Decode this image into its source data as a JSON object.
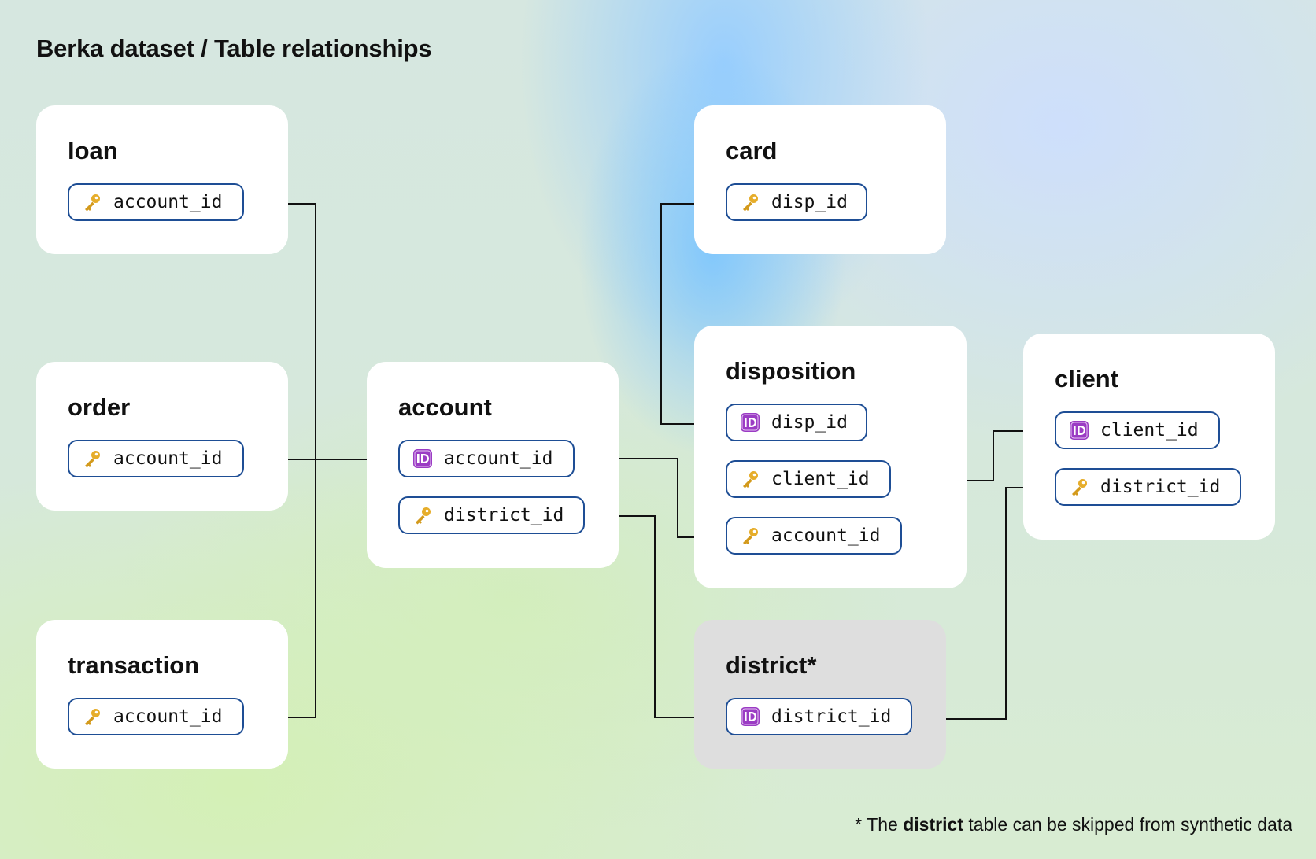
{
  "header": {
    "title": "Berka dataset / Table relationships"
  },
  "icons": {
    "foreign_key": "key-icon",
    "primary_key": "id-badge-icon"
  },
  "colors": {
    "field_border": "#1e4e95",
    "id_badge": "#9b3cc4",
    "key": "#d8a01f",
    "muted_table": "#dedede"
  },
  "tables": {
    "loan": {
      "name": "loan",
      "fields": [
        {
          "name": "account_id",
          "kind": "foreign_key"
        }
      ]
    },
    "order": {
      "name": "order",
      "fields": [
        {
          "name": "account_id",
          "kind": "foreign_key"
        }
      ]
    },
    "transaction": {
      "name": "transaction",
      "fields": [
        {
          "name": "account_id",
          "kind": "foreign_key"
        }
      ]
    },
    "account": {
      "name": "account",
      "fields": [
        {
          "name": "account_id",
          "kind": "primary_key"
        },
        {
          "name": "district_id",
          "kind": "foreign_key"
        }
      ]
    },
    "card": {
      "name": "card",
      "fields": [
        {
          "name": "disp_id",
          "kind": "foreign_key"
        }
      ]
    },
    "disposition": {
      "name": "disposition",
      "fields": [
        {
          "name": "disp_id",
          "kind": "primary_key"
        },
        {
          "name": "client_id",
          "kind": "foreign_key"
        },
        {
          "name": "account_id",
          "kind": "foreign_key"
        }
      ]
    },
    "client": {
      "name": "client",
      "fields": [
        {
          "name": "client_id",
          "kind": "primary_key"
        },
        {
          "name": "district_id",
          "kind": "foreign_key"
        }
      ]
    },
    "district": {
      "name": "district*",
      "fields": [
        {
          "name": "district_id",
          "kind": "primary_key"
        }
      ]
    }
  },
  "relationships": [
    {
      "from": "loan.account_id",
      "to": "account.account_id"
    },
    {
      "from": "order.account_id",
      "to": "account.account_id"
    },
    {
      "from": "transaction.account_id",
      "to": "account.account_id"
    },
    {
      "from": "disposition.account_id",
      "to": "account.account_id"
    },
    {
      "from": "card.disp_id",
      "to": "disposition.disp_id"
    },
    {
      "from": "disposition.client_id",
      "to": "client.client_id"
    },
    {
      "from": "account.district_id",
      "to": "district.district_id"
    },
    {
      "from": "client.district_id",
      "to": "district.district_id"
    }
  ],
  "footnote": {
    "prefix": "* The",
    "emphasis": "district",
    "suffix": "table can be skipped from synthetic data"
  }
}
